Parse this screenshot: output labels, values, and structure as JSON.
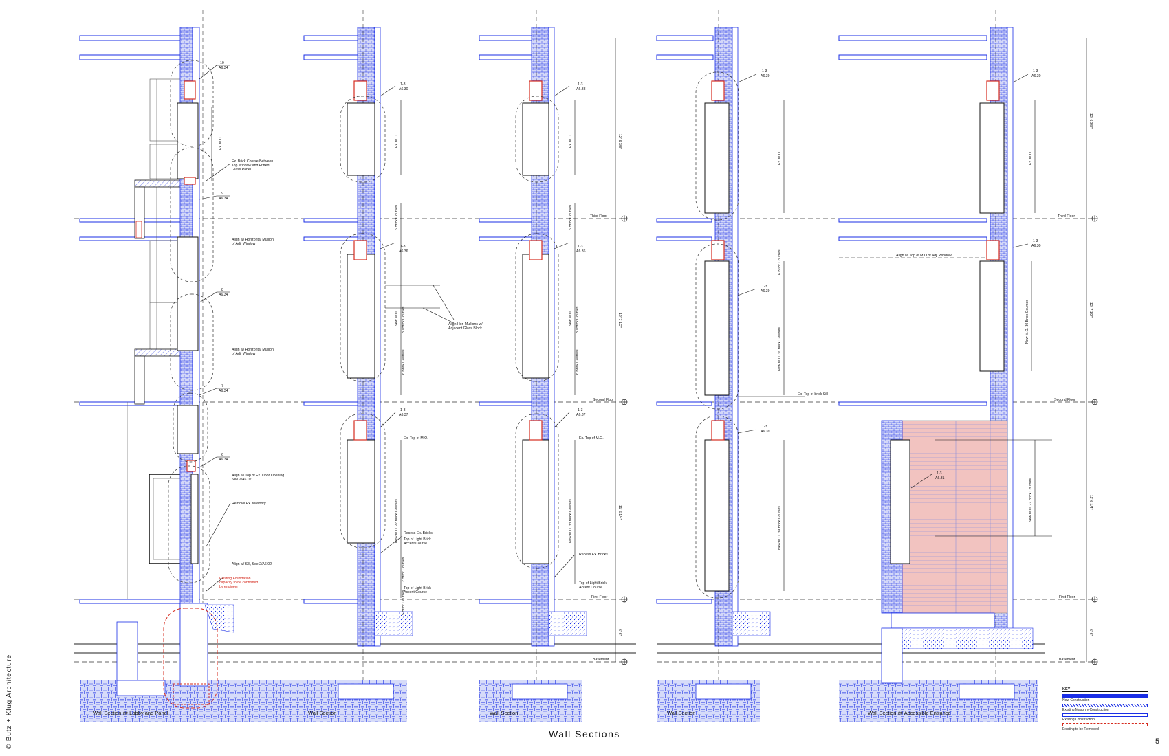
{
  "sheet": {
    "title": "Wall Sections",
    "credit": "© Butz + Klug Architecture",
    "page_number": "5"
  },
  "sections": [
    {
      "caption": "Wall Section @ Lobby and Panel",
      "tags": [
        {
          "num": "10",
          "ref": "A6.34"
        },
        {
          "num": "9",
          "ref": "A6.34"
        },
        {
          "num": "8",
          "ref": "A6.34"
        },
        {
          "num": "7",
          "ref": "A6.34"
        },
        {
          "num": "6",
          "ref": "A6.34"
        }
      ],
      "notes": [
        "Ex. Brick Course Between",
        "Top Window and Fritted",
        "Glass Panel",
        "Align w/ Horizontal Mullion",
        "of Adj. Window",
        "Align w/ Horizontal Mullion",
        "of Adj. Window",
        "Align w/ Top of Ex. Door Opening",
        "See 2/A6.02",
        "Remove Ex. Masonry",
        "Align w/ Sill, See 2/A6.02"
      ],
      "dimension": "Ex. M.O.",
      "red_notes": [
        "Existing Foundation",
        "capacity to be confirmed",
        "by engineer"
      ]
    },
    {
      "caption": "Wall Section",
      "tags": [
        {
          "num": "1-3",
          "ref": "A6.30"
        },
        {
          "num": "1-3",
          "ref": "A6.36"
        },
        {
          "num": "1-3",
          "ref": "A6.37"
        }
      ],
      "dims": [
        "Ex. M.O.",
        "6 Brick Courses",
        "New M.O.",
        "30 Brick Courses",
        "6 Brick Courses",
        "New M.O. 27 Brick Courses",
        "12 Brick Courses",
        "5 Brick Courses"
      ],
      "notes": [
        "Ex. Top of M.O.",
        "Recess Ex. Bricks",
        "Top of Light Brick",
        "Accent Course",
        "Top of Light Brick",
        "Accent Course"
      ],
      "align_note": [
        "Align Hor. Mullions w/",
        "Adjacent Glass Block"
      ]
    },
    {
      "caption": "Wall Section",
      "tags": [
        {
          "num": "1-3",
          "ref": "A6.38"
        },
        {
          "num": "1-3",
          "ref": "A6.36"
        },
        {
          "num": "1-3",
          "ref": "A6.37"
        }
      ],
      "dims": [
        "Ex. M.O.",
        "6 Brick Courses",
        "New M.O.",
        "30 Brick Courses",
        "6 Brick Courses",
        "New M.O. 33 Brick Courses"
      ],
      "notes": [
        "Ex. Top of M.O.",
        "Recess Ex. Bricks",
        "Top of Light Brick",
        "Accent Course"
      ]
    },
    {
      "caption": "Wall Section",
      "tags": [
        {
          "num": "1-3",
          "ref": "A6.39"
        },
        {
          "num": "1-3",
          "ref": "A6.39"
        },
        {
          "num": "1-3",
          "ref": "A6.39"
        }
      ],
      "dims": [
        "Ex. M.O.",
        "6 Brick Courses",
        "New M.O. 36 Brick Courses",
        "New M.O. 39 Brick Courses"
      ],
      "notes": [
        "Ex. Top of brick Sill"
      ]
    },
    {
      "caption": "Wall Section @ Accessible Entrance",
      "tags": [
        {
          "num": "1-3",
          "ref": "A6.30"
        },
        {
          "num": "1-3",
          "ref": "A6.30"
        },
        {
          "num": "1-3",
          "ref": "A6.31"
        }
      ],
      "dims": [
        "Ex. M.O.",
        "New M.O. 30 Brick Courses",
        "New M.O. 27 Brick Courses"
      ],
      "notes": [
        "Align w/ Top of M.O of Adj. Window"
      ]
    }
  ],
  "levels": [
    {
      "name": "Third Floor"
    },
    {
      "name": "Second Floor"
    },
    {
      "name": "First Floor"
    },
    {
      "name": "Basement"
    }
  ],
  "level_heights": [
    "12'-6 3/8\"",
    "12'-7 1/2\"",
    "11'-6 1/4\"",
    "6'-6\""
  ],
  "key": {
    "title": "KEY",
    "items": [
      "New Construction",
      "Existing Masonry Construction",
      "Existing Construction",
      "Existing to be Removed"
    ]
  },
  "colors": {
    "blue": "#1a2ee6",
    "light_blue": "#c9cff7",
    "red": "#d52b1e",
    "pink": "#f3c5c2"
  }
}
